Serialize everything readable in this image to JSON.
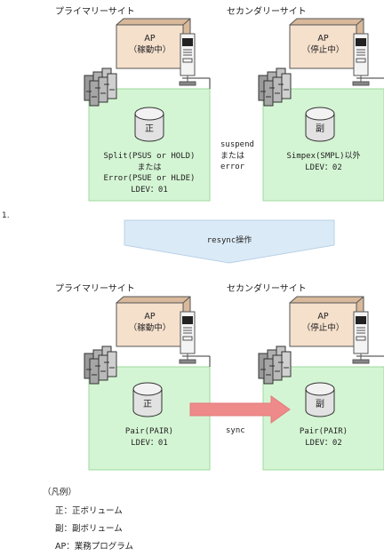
{
  "colors": {
    "site_box": "#d4f5d4",
    "site_box_border": "#9ed99e",
    "ap_front": "#f5e0cc",
    "ap_side": "#d8b99b",
    "arrow_bg": "#dbeaf7",
    "sync_arrow": "#ef8a8a"
  },
  "top": {
    "primary_site_label": "プライマリーサイト",
    "secondary_site_label": "セカンダリーサイト",
    "primary_ap": {
      "title": "AP",
      "status": "（稼動中）"
    },
    "secondary_ap": {
      "title": "AP",
      "status": "（停止中）"
    },
    "primary_volume_glyph": "正",
    "secondary_volume_glyph": "副",
    "primary_status": {
      "line1": "Split(PSUS or HOLD)",
      "line2": "または",
      "line3": "Error(PSUE or HLDE)",
      "line4": "LDEV：01"
    },
    "middle_text": {
      "line1": "suspend",
      "line2": "または",
      "line3": "error"
    },
    "secondary_status": {
      "line1": "Simpex(SMPL)以外",
      "line2": "LDEV：02"
    }
  },
  "step_number": "1.",
  "transition_label": "resync操作",
  "bottom": {
    "primary_site_label": "プライマリーサイト",
    "secondary_site_label": "セカンダリーサイト",
    "primary_ap": {
      "title": "AP",
      "status": "（稼動中）"
    },
    "secondary_ap": {
      "title": "AP",
      "status": "（停止中）"
    },
    "primary_volume_glyph": "正",
    "secondary_volume_glyph": "副",
    "primary_status": {
      "line1": "Pair(PAIR)",
      "line2": "LDEV：01"
    },
    "sync_label": "sync",
    "secondary_status": {
      "line1": "Pair(PAIR)",
      "line2": "LDEV：02"
    }
  },
  "legend": {
    "title": "（凡例）",
    "items": [
      "正：正ボリューム",
      "副：副ボリューム",
      "AP：業務プログラム"
    ]
  }
}
